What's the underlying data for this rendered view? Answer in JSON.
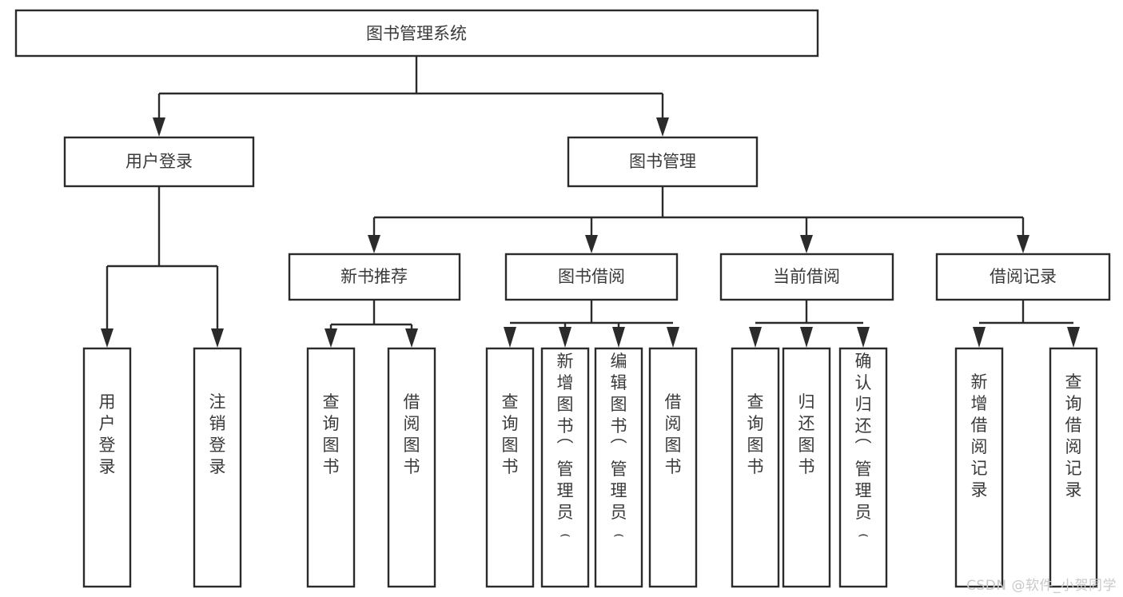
{
  "diagram": {
    "type": "tree-hierarchy",
    "title": "图书管理系统",
    "watermark": "CSDN @软件_小贺同学",
    "colors": {
      "background": "#ffffff",
      "box_stroke": "#2b2b2b",
      "box_fill": "#ffffff",
      "text": "#3a3a3a",
      "connector": "#2b2b2b",
      "watermark": "#c9c9c9"
    },
    "levels": [
      {
        "level": 1,
        "nodes": [
          {
            "id": "root",
            "label": "图书管理系统",
            "orientation": "horizontal"
          }
        ]
      },
      {
        "level": 2,
        "nodes": [
          {
            "id": "login",
            "label": "用户登录",
            "orientation": "horizontal",
            "parent": "root"
          },
          {
            "id": "bookmgmt",
            "label": "图书管理",
            "orientation": "horizontal",
            "parent": "root"
          }
        ]
      },
      {
        "level": 3,
        "nodes": [
          {
            "id": "newbook",
            "label": "新书推荐",
            "orientation": "horizontal",
            "parent": "bookmgmt"
          },
          {
            "id": "borrow",
            "label": "图书借阅",
            "orientation": "horizontal",
            "parent": "bookmgmt"
          },
          {
            "id": "current",
            "label": "当前借阅",
            "orientation": "horizontal",
            "parent": "bookmgmt"
          },
          {
            "id": "records",
            "label": "借阅记录",
            "orientation": "horizontal",
            "parent": "bookmgmt"
          }
        ]
      },
      {
        "level": 4,
        "nodes": [
          {
            "id": "leaf-1",
            "label": "用户登录",
            "orientation": "vertical",
            "parent": "login"
          },
          {
            "id": "leaf-2",
            "label": "注销登录",
            "orientation": "vertical",
            "parent": "login"
          },
          {
            "id": "leaf-3",
            "label": "查询图书",
            "orientation": "vertical",
            "parent": "newbook"
          },
          {
            "id": "leaf-4",
            "label": "借阅图书",
            "orientation": "vertical",
            "parent": "newbook"
          },
          {
            "id": "leaf-5",
            "label": "查询图书",
            "orientation": "vertical",
            "parent": "borrow"
          },
          {
            "id": "leaf-6",
            "label": "新增图书（管理员）",
            "orientation": "vertical",
            "parent": "borrow"
          },
          {
            "id": "leaf-7",
            "label": "编辑图书（管理员）",
            "orientation": "vertical",
            "parent": "borrow"
          },
          {
            "id": "leaf-8",
            "label": "借阅图书",
            "orientation": "vertical",
            "parent": "borrow"
          },
          {
            "id": "leaf-9",
            "label": "查询图书",
            "orientation": "vertical",
            "parent": "current"
          },
          {
            "id": "leaf-10",
            "label": "归还图书",
            "orientation": "vertical",
            "parent": "current"
          },
          {
            "id": "leaf-11",
            "label": "确认归还（管理员）",
            "orientation": "vertical",
            "parent": "current"
          },
          {
            "id": "leaf-12",
            "label": "新增借阅记录",
            "orientation": "vertical",
            "parent": "records"
          },
          {
            "id": "leaf-13",
            "label": "查询借阅记录",
            "orientation": "vertical",
            "parent": "records"
          }
        ]
      }
    ]
  }
}
